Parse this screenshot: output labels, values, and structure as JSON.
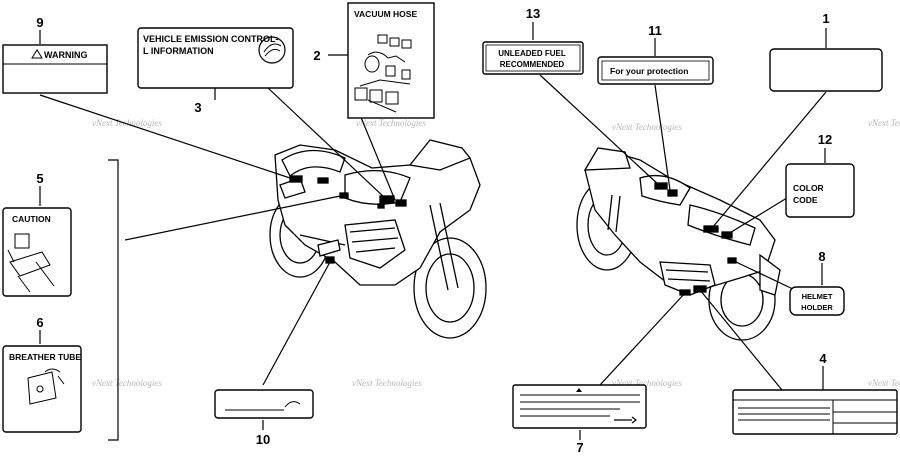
{
  "callouts": {
    "n1": "1",
    "n2": "2",
    "n3": "3",
    "n4": "4",
    "n5": "5",
    "n6": "6",
    "n7": "7",
    "n8": "8",
    "n9": "9",
    "n10": "10",
    "n11": "11",
    "n12": "12",
    "n13": "13"
  },
  "labels": {
    "warning": "WARNING",
    "emission_line1": "VEHICLE EMISSION CONTROL-",
    "emission_line2": "L INFORMATION",
    "vacuum_hose": "VACUUM HOSE",
    "unleaded_line1": "UNLEADED FUEL",
    "unleaded_line2": "RECOMMENDED",
    "protection": "For your protection",
    "caution": "CAUTION",
    "breather_tube": "BREATHER TUBE",
    "color_line1": "COLOR",
    "color_line2": "CODE",
    "helmet_line1": "HELMET",
    "helmet_line2": "HOLDER"
  },
  "watermark": "vNext Technologies"
}
